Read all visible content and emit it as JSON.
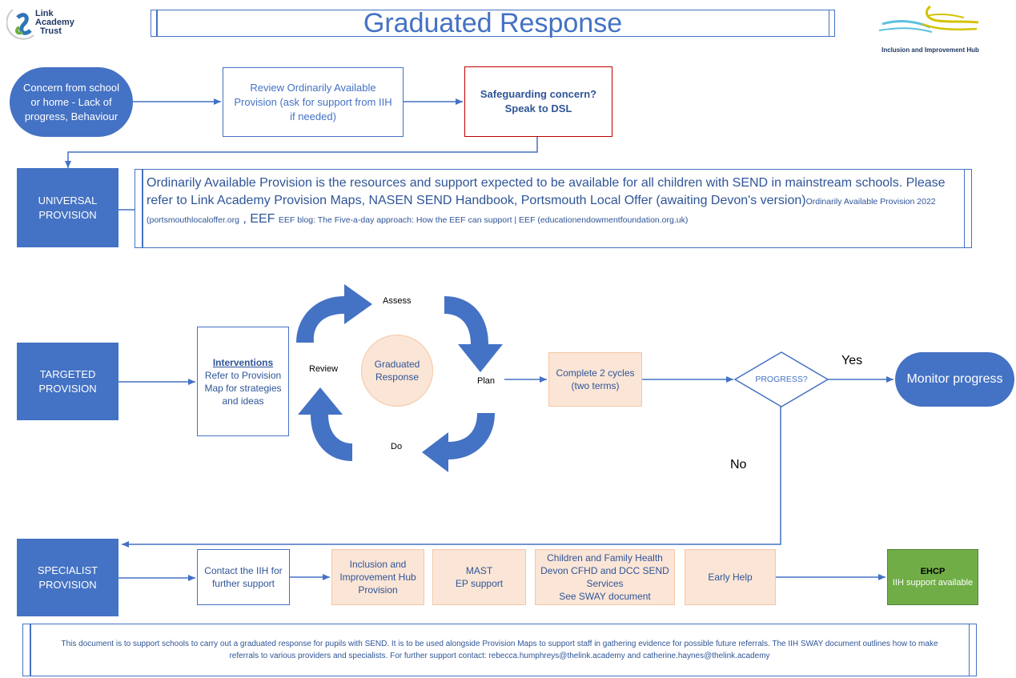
{
  "header": {
    "logo_line1": "Link",
    "logo_line2": "Academy",
    "logo_line3": "Trust",
    "title": "Graduated Response",
    "hub_caption": "Inclusion and Improvement Hub"
  },
  "row1": {
    "concern": "Concern from school or home - Lack of progress, Behaviour",
    "review_oap": "Review Ordinarily Available Provision (ask for support from IIH if needed)",
    "safeguarding": "Safeguarding concern? Speak to DSL"
  },
  "universal": {
    "label": "UNIVERSAL PROVISION",
    "text_main": "Ordinarily Available Provision is the resources and support expected to be available for all children with SEND in mainstream schools. Please refer to Link Academy Provision Maps, NASEN SEND Handbook, Portsmouth Local Offer (awaiting Devon's version)",
    "link1": "Ordinarily Available Provision 2022 (portsmouthlocaloffer.org",
    "sep": ", EEF",
    "link2": "EEF blog: The Five-a-day approach: How the EEF can support | EEF (educationendowmentfoundation.org.uk)"
  },
  "targeted": {
    "label": "TARGETED PROVISION",
    "interventions_title": "Interventions",
    "interventions_text": "Refer to Provision Map for strategies and ideas",
    "cycle_center": "Graduated Response",
    "assess": "Assess",
    "plan": "Plan",
    "do": "Do",
    "review": "Review",
    "complete": "Complete 2 cycles (two terms)",
    "progress": "PROGRESS?",
    "yes": "Yes",
    "no": "No",
    "monitor": "Monitor progress"
  },
  "specialist": {
    "label": "SPECIALIST PROVISION",
    "contact": "Contact the IIH for further support",
    "iih": "Inclusion and Improvement Hub Provision",
    "mast_line1": "MAST",
    "mast_line2": "EP support",
    "cfh_line1": "Children and Family Health",
    "cfh_line2": "Devon CFHD and DCC SEND",
    "cfh_line3": "Services",
    "cfh_line4": "See SWAY document",
    "early_help": "Early Help",
    "ehcp_title": "EHCP",
    "ehcp_sub": "IIH support available"
  },
  "footer": {
    "text": "This document is to support schools to carry out a graduated response for pupils with SEND. It is to be used alongside Provision Maps to support staff in gathering evidence for possible future referrals. The IIH SWAY document outlines how to make referrals to various providers and specialists. For further support contact: rebecca.humphreys@thelink.academy and catherine.haynes@thelink.academy"
  },
  "colors": {
    "navy": "#4472c4",
    "text_blue": "#2f5597",
    "peach": "#fbe5d6",
    "green": "#70ad47",
    "red": "#c00000"
  }
}
